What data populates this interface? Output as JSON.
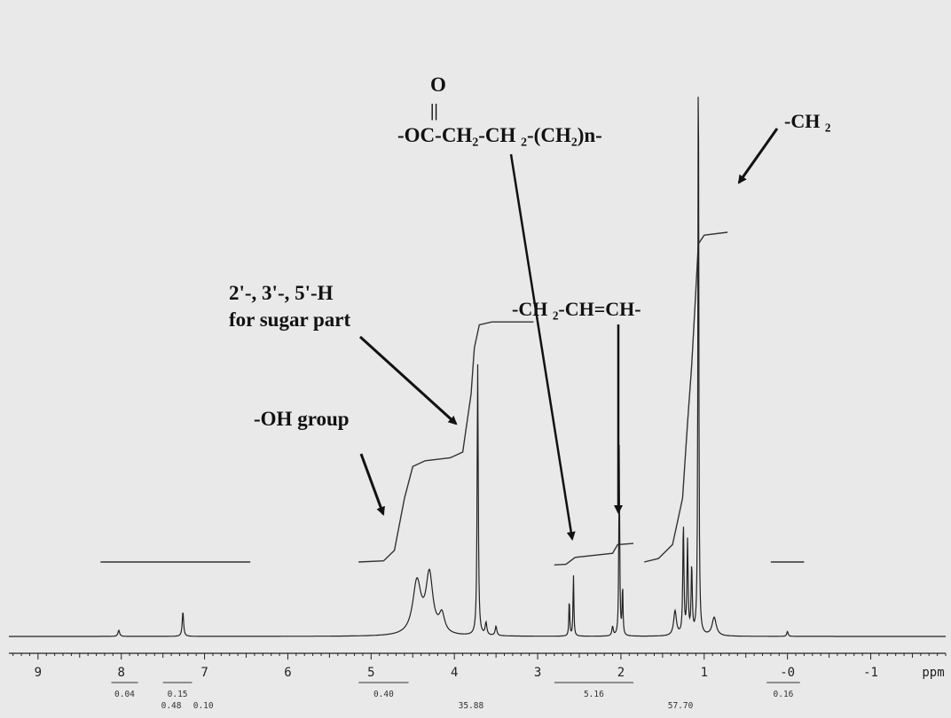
{
  "chart_data": {
    "type": "line",
    "title": "",
    "xlabel": "ppm",
    "ylabel": "",
    "xlim": [
      9.35,
      -1.9
    ],
    "x_reversed": true,
    "grid": false,
    "x_ticks": [
      {
        "value": 9,
        "label": "9"
      },
      {
        "value": 8,
        "label": "8"
      },
      {
        "value": 7,
        "label": "7"
      },
      {
        "value": 6,
        "label": "6"
      },
      {
        "value": 5,
        "label": "5"
      },
      {
        "value": 4,
        "label": "4"
      },
      {
        "value": 3,
        "label": "3"
      },
      {
        "value": 2,
        "label": "2"
      },
      {
        "value": 1,
        "label": "1"
      },
      {
        "value": 0,
        "label": "-0"
      },
      {
        "value": -1,
        "label": "-1"
      }
    ],
    "peaks": [
      {
        "x": 8.03,
        "height": 0.01,
        "width": 0.012
      },
      {
        "x": 7.26,
        "height": 0.04,
        "width": 0.01
      },
      {
        "x": 4.45,
        "height": 0.085,
        "width": 0.06
      },
      {
        "x": 4.3,
        "height": 0.095,
        "width": 0.05
      },
      {
        "x": 4.15,
        "height": 0.03,
        "width": 0.04
      },
      {
        "x": 3.72,
        "height": 0.44,
        "width": 0.008
      },
      {
        "x": 3.62,
        "height": 0.02,
        "width": 0.012
      },
      {
        "x": 3.5,
        "height": 0.015,
        "width": 0.012
      },
      {
        "x": 2.62,
        "height": 0.06,
        "width": 0.006
      },
      {
        "x": 2.57,
        "height": 0.1,
        "width": 0.006
      },
      {
        "x": 2.1,
        "height": 0.015,
        "width": 0.01
      },
      {
        "x": 2.02,
        "height": 0.31,
        "width": 0.006
      },
      {
        "x": 1.98,
        "height": 0.08,
        "width": 0.006
      },
      {
        "x": 1.35,
        "height": 0.04,
        "width": 0.02
      },
      {
        "x": 1.25,
        "height": 0.18,
        "width": 0.008
      },
      {
        "x": 1.2,
        "height": 0.15,
        "width": 0.008
      },
      {
        "x": 1.15,
        "height": 0.11,
        "width": 0.008
      },
      {
        "x": 1.07,
        "height": 1.0,
        "width": 0.006
      },
      {
        "x": 0.88,
        "height": 0.03,
        "width": 0.03
      },
      {
        "x": 0.0,
        "height": 0.008,
        "width": 0.01
      }
    ],
    "integral_curve": [
      {
        "segment": [
          [
            8.25,
            0.31
          ],
          [
            6.45,
            0.31
          ]
        ]
      },
      {
        "segment": [
          [
            5.15,
            0.31
          ],
          [
            4.85,
            0.312
          ],
          [
            4.72,
            0.33
          ],
          [
            4.6,
            0.42
          ],
          [
            4.5,
            0.475
          ],
          [
            4.35,
            0.485
          ],
          [
            4.05,
            0.49
          ],
          [
            3.9,
            0.5
          ],
          [
            3.8,
            0.6
          ],
          [
            3.76,
            0.68
          ],
          [
            3.7,
            0.72
          ],
          [
            3.55,
            0.725
          ],
          [
            3.05,
            0.725
          ]
        ]
      },
      {
        "segment": [
          [
            2.8,
            0.305
          ],
          [
            2.66,
            0.306
          ],
          [
            2.55,
            0.318
          ],
          [
            2.1,
            0.325
          ],
          [
            2.04,
            0.34
          ],
          [
            1.85,
            0.342
          ]
        ]
      },
      {
        "segment": [
          [
            1.72,
            0.31
          ],
          [
            1.55,
            0.316
          ],
          [
            1.38,
            0.34
          ],
          [
            1.26,
            0.42
          ],
          [
            1.2,
            0.55
          ],
          [
            1.15,
            0.65
          ],
          [
            1.1,
            0.78
          ],
          [
            1.07,
            0.86
          ],
          [
            1.0,
            0.875
          ],
          [
            0.72,
            0.88
          ]
        ]
      },
      {
        "segment": [
          [
            0.2,
            0.31
          ],
          [
            -0.2,
            0.31
          ]
        ]
      }
    ],
    "integral_labels": [
      {
        "x_from": 8.12,
        "x_to": 7.8,
        "label": "0.04",
        "row": 1
      },
      {
        "x_from": 7.5,
        "x_to": 7.15,
        "label": "0.15",
        "row": 1
      },
      {
        "x_from": 7.5,
        "x_to": 7.3,
        "label": "0.48",
        "row": 2
      },
      {
        "x_from": 7.18,
        "x_to": 6.85,
        "label": "0.10",
        "row": 2
      },
      {
        "x_from": 5.15,
        "x_to": 4.55,
        "label": "0.40",
        "row": 1
      },
      {
        "x_from": 4.55,
        "x_to": 3.05,
        "label": "35.88",
        "row": 2
      },
      {
        "x_from": 2.8,
        "x_to": 1.85,
        "label": "5.16",
        "row": 1
      },
      {
        "x_from": 1.85,
        "x_to": 0.72,
        "label": "57.70",
        "row": 2
      },
      {
        "x_from": 0.25,
        "x_to": -0.15,
        "label": "0.16",
        "row": 1
      }
    ],
    "annotations": [
      {
        "id": "oh",
        "lines": [
          "-OH group"
        ]
      },
      {
        "id": "sugar",
        "lines": [
          "2'-, 3'-, 5'-H",
          "for sugar part"
        ]
      },
      {
        "id": "carbonyl_o",
        "lines": [
          "O"
        ]
      },
      {
        "id": "carbonyl_bond",
        "lines": [
          "||"
        ]
      },
      {
        "id": "acyl",
        "lines": [
          "-OC-CH₂-CH ₂-(CH₂)n-"
        ]
      },
      {
        "id": "allylic",
        "lines": [
          "-CH ₂-CH=CH-"
        ]
      },
      {
        "id": "methylene",
        "lines": [
          "-CH ₂"
        ]
      }
    ]
  }
}
